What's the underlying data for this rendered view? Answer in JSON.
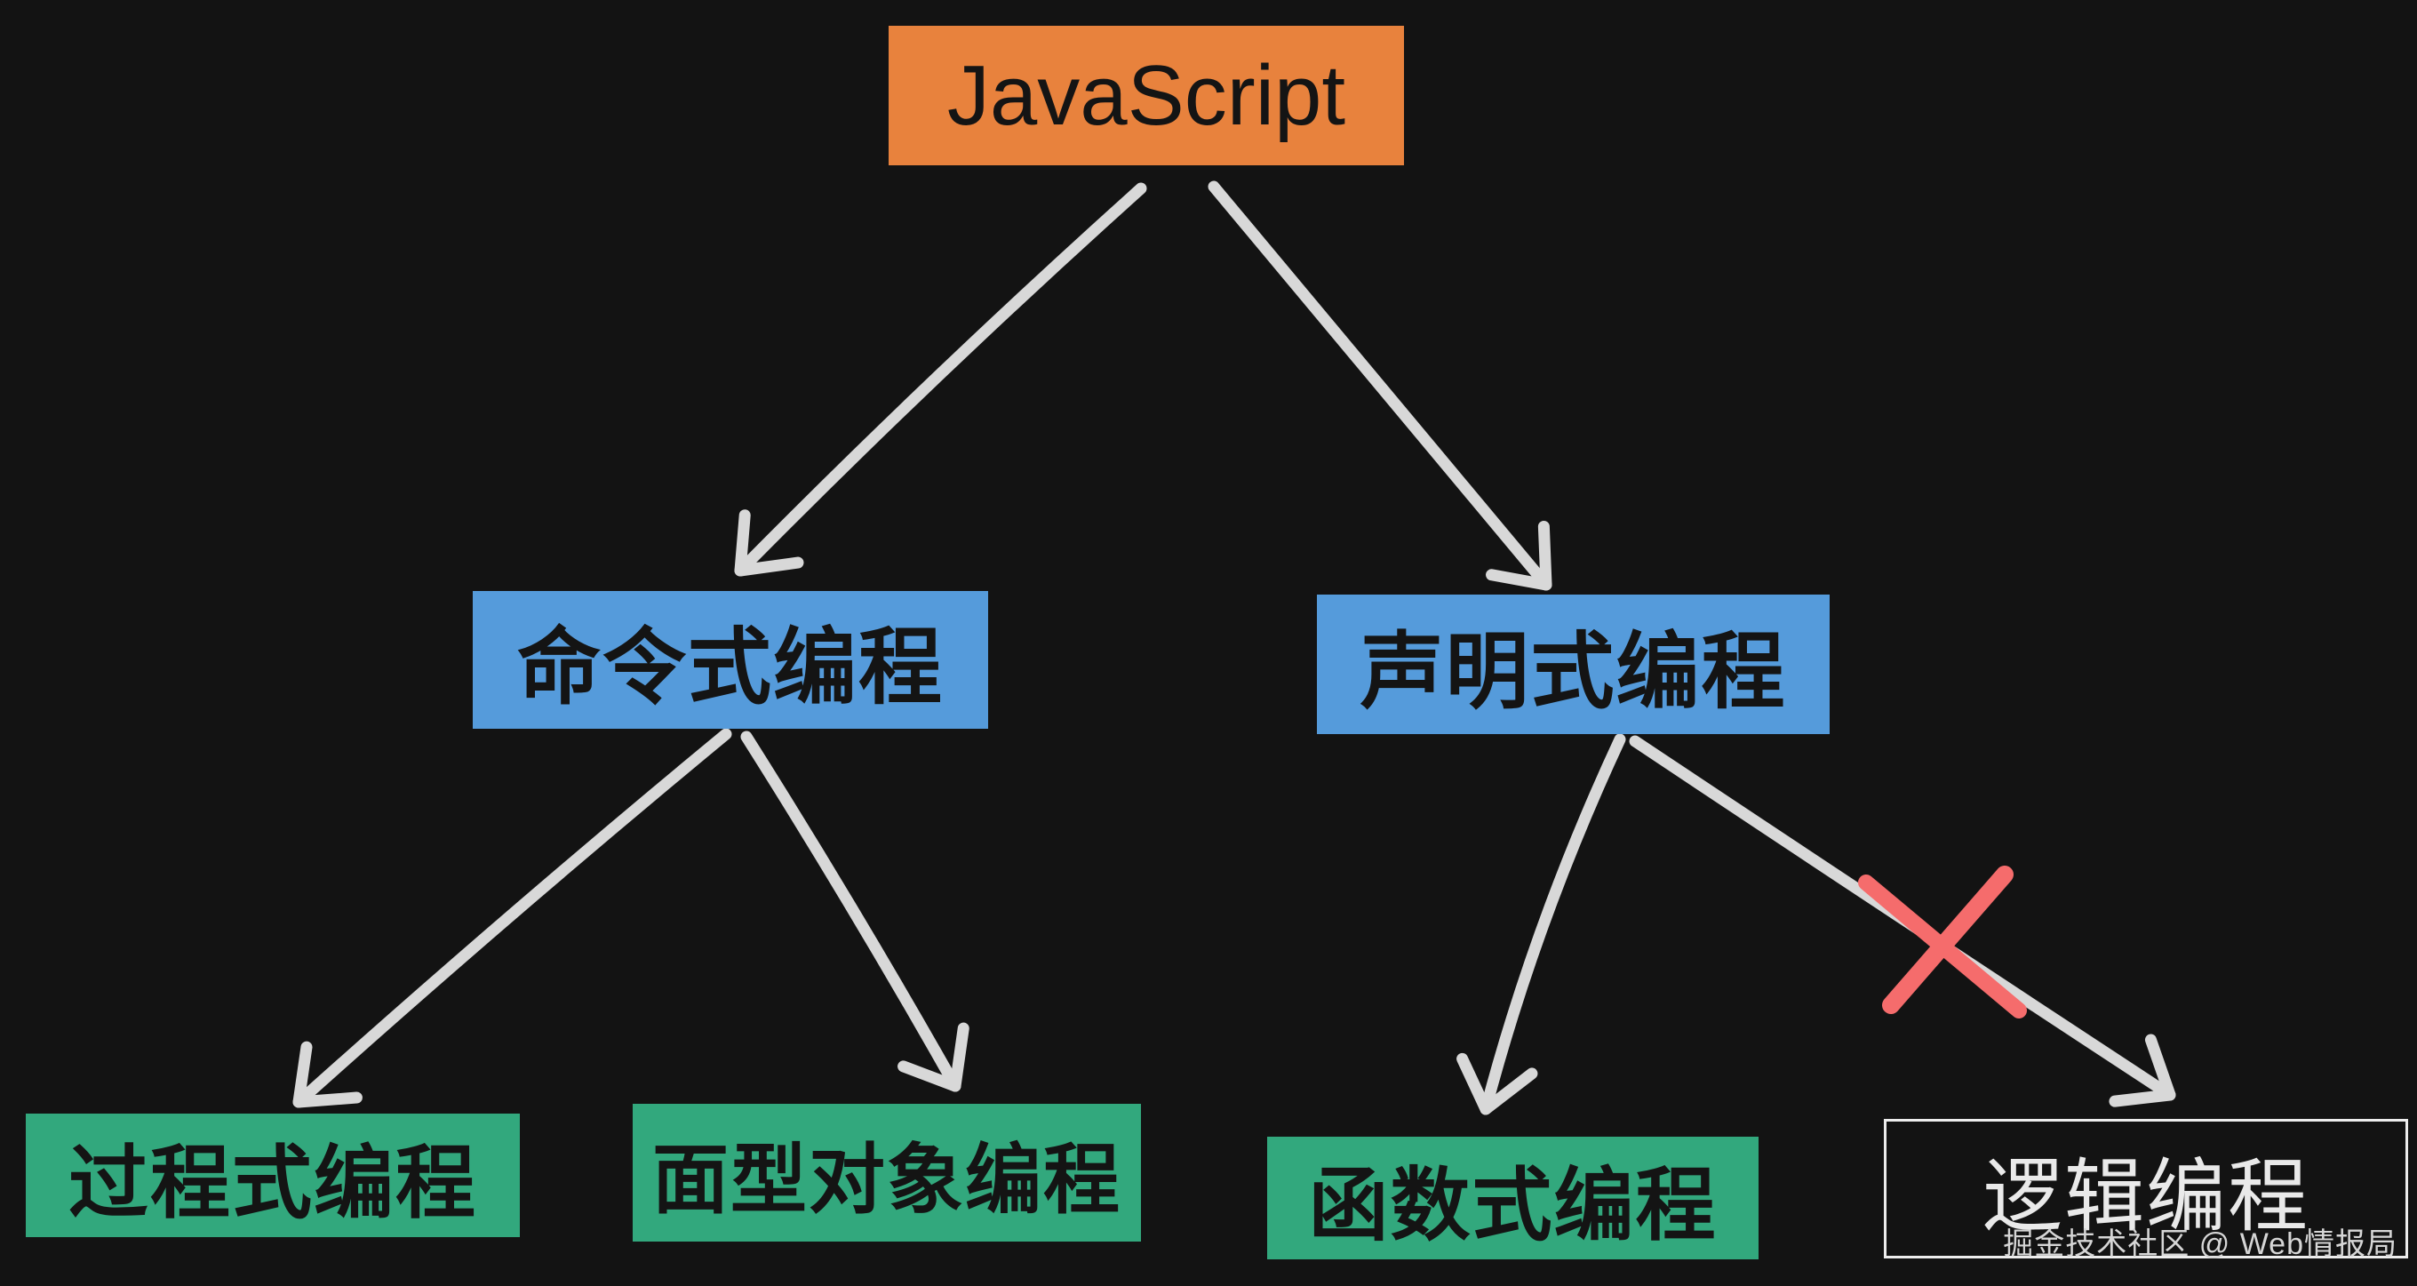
{
  "diagram": {
    "nodes": {
      "root": {
        "label": "JavaScript",
        "fill": "#e8823d",
        "text_color": "#141414"
      },
      "imperative": {
        "label": "命令式编程",
        "fill": "#559bdb",
        "text_color": "#141414"
      },
      "declarative": {
        "label": "声明式编程",
        "fill": "#559bdb",
        "text_color": "#141414"
      },
      "procedural": {
        "label": "过程式编程",
        "fill": "#32a87d",
        "text_color": "#141414"
      },
      "object_oriented": {
        "label": "面型对象编程",
        "fill": "#32a87d",
        "text_color": "#141414"
      },
      "functional": {
        "label": "函数式编程",
        "fill": "#32a87d",
        "text_color": "#141414"
      },
      "logic": {
        "label": "逻辑编程",
        "fill": "transparent",
        "border_color": "#ededed",
        "text_color": "#e9e9e9"
      }
    },
    "edges": [
      {
        "from": "root",
        "to": "imperative",
        "rejected": false
      },
      {
        "from": "root",
        "to": "declarative",
        "rejected": false
      },
      {
        "from": "imperative",
        "to": "procedural",
        "rejected": false
      },
      {
        "from": "imperative",
        "to": "object_oriented",
        "rejected": false
      },
      {
        "from": "declarative",
        "to": "functional",
        "rejected": false
      },
      {
        "from": "declarative",
        "to": "logic",
        "rejected": true
      }
    ],
    "annotations": {
      "reject_mark": "red-x-cross-out"
    },
    "colors": {
      "background": "#131313",
      "arrow": "#d8d8d8",
      "reject_x": "#f56c6c",
      "node_orange": "#e8823d",
      "node_blue": "#559bdb",
      "node_green": "#32a87d",
      "outline_white": "#ededed"
    },
    "watermark": "掘金技术社区 @ Web情报局"
  }
}
